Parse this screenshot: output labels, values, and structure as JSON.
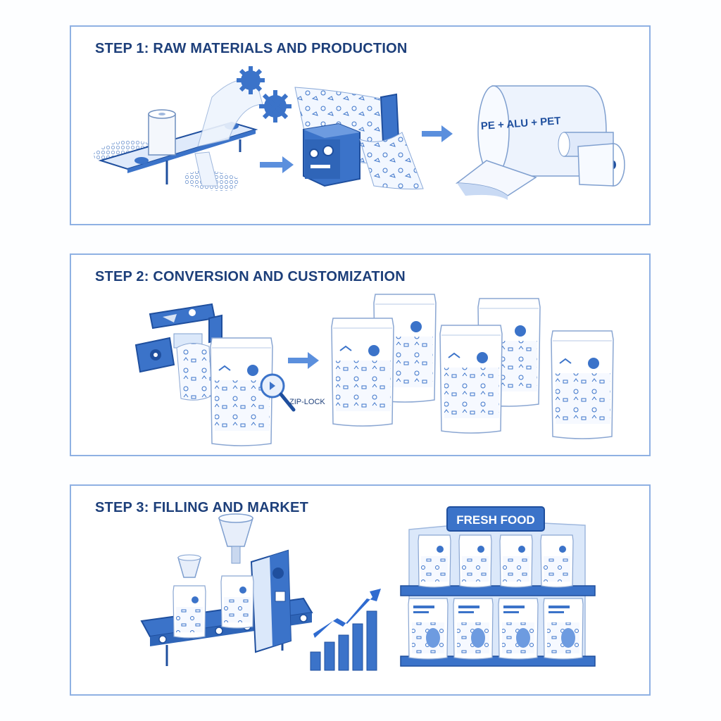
{
  "steps": [
    {
      "title": "STEP 1: RAW MATERIALS AND PRODUCTION",
      "roll_label": "PE + ALU + PET"
    },
    {
      "title": "STEP 2: CONVERSION AND CUSTOMIZATION",
      "zip_label": "ZIP-LOCK"
    },
    {
      "title": "STEP 3: FILLING AND MARKET",
      "shelf_sign": "FRESH FOOD"
    }
  ],
  "colors": {
    "border": "#8fb1e3",
    "title": "#1d3f7a",
    "blue": "#3b73c9",
    "light_blue": "#dbe8fa",
    "dark_blue": "#1f4f9e"
  }
}
